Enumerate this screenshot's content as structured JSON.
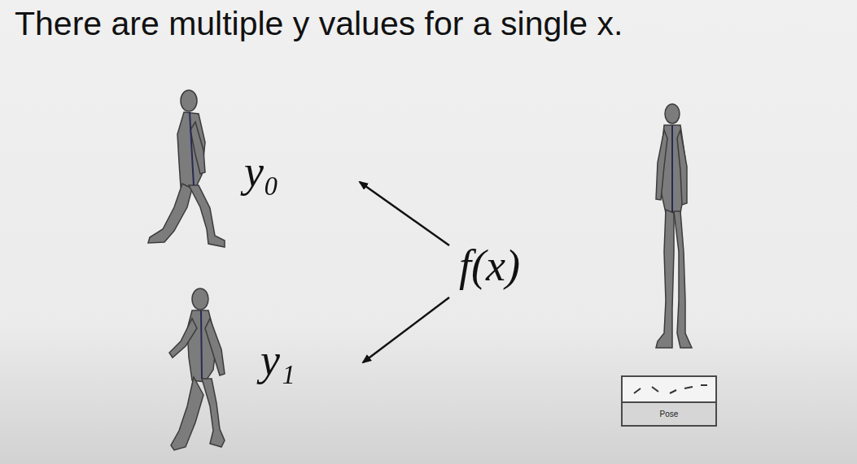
{
  "diagram": {
    "title": "There are multiple y values for a single x.",
    "nodes": [
      {
        "text": [
          "Pose"
        ]
      }
    ],
    "labels": [
      "y₀",
      "y₁",
      "f(x)"
    ]
  }
}
